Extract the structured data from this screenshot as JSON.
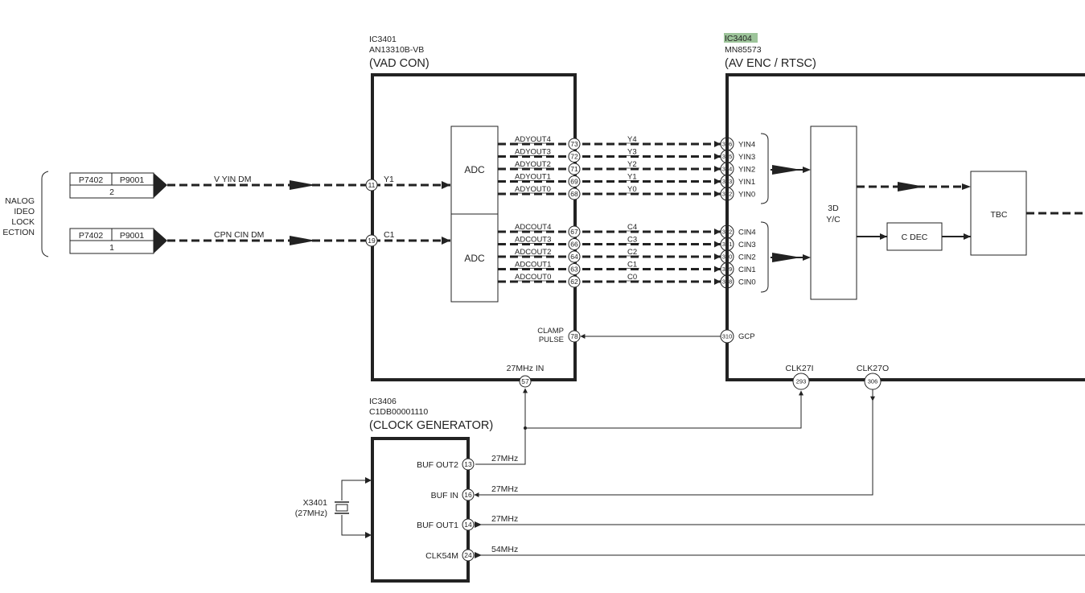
{
  "left_section": {
    "lines": [
      "NALOG",
      "IDEO",
      "LOCK",
      "ECTION"
    ]
  },
  "connectors": [
    {
      "a": "P7402",
      "b": "P9001",
      "pin": "2"
    },
    {
      "a": "P7402",
      "b": "P9001",
      "pin": "1"
    }
  ],
  "signals": {
    "vyin": "V YIN DM",
    "cpncin": "CPN CIN DM"
  },
  "ic3401": {
    "ref": "IC3401",
    "part": "AN13310B-VB",
    "name": "(VAD CON)",
    "adc": "ADC",
    "y1": "Y1",
    "c1": "C1",
    "pin_y1": "11",
    "pin_c1": "19",
    "clamp1": "CLAMP",
    "clamp2": "PULSE",
    "pin_clamp": "78",
    "clk_in": "27MHz IN",
    "pin_clk": "57"
  },
  "y_bus": [
    {
      "label": "ADYOUT4",
      "pin": "73",
      "sig": "Y4",
      "rpin": "316",
      "rlabel": "YIN4"
    },
    {
      "label": "ADYOUT3",
      "pin": "72",
      "sig": "Y3",
      "rpin": "315",
      "rlabel": "YIN3"
    },
    {
      "label": "ADYOUT2",
      "pin": "71",
      "sig": "Y2",
      "rpin": "314",
      "rlabel": "YIN2"
    },
    {
      "label": "ADYOUT1",
      "pin": "69",
      "sig": "Y1",
      "rpin": "313",
      "rlabel": "YIN1"
    },
    {
      "label": "ADYOUT0",
      "pin": "68",
      "sig": "Y0",
      "rpin": "312",
      "rlabel": "YIN0"
    }
  ],
  "c_bus": [
    {
      "label": "ADCOUT4",
      "pin": "67",
      "sig": "C4",
      "rpin": "322",
      "rlabel": "CIN4"
    },
    {
      "label": "ADCOUT3",
      "pin": "66",
      "sig": "C3",
      "rpin": "321",
      "rlabel": "CIN3"
    },
    {
      "label": "ADCOUT2",
      "pin": "64",
      "sig": "C2",
      "rpin": "320",
      "rlabel": "CIN2"
    },
    {
      "label": "ADCOUT1",
      "pin": "63",
      "sig": "C1",
      "rpin": "319",
      "rlabel": "CIN1"
    },
    {
      "label": "ADCOUT0",
      "pin": "62",
      "sig": "C0",
      "rpin": "318",
      "rlabel": "CIN0"
    }
  ],
  "ic3404": {
    "ref": "IC3404",
    "part": "MN85573",
    "name": "(AV ENC / RTSC)",
    "yc1": "3D",
    "yc2": "Y/C",
    "cdec": "C DEC",
    "tbc": "TBC",
    "gcp": "GCP",
    "pin_gcp": "310",
    "clk27i": "CLK27I",
    "pin_clk27i": "293",
    "clk27o": "CLK27O",
    "pin_clk27o": "306",
    "highlight_color": "#9dc49a"
  },
  "ic3406": {
    "ref": "IC3406",
    "part": "C1DB00001110",
    "name": "(CLOCK GENERATOR)",
    "pins": [
      {
        "label": "BUF OUT2",
        "num": "13",
        "freq": "27MHz"
      },
      {
        "label": "BUF IN",
        "num": "16",
        "freq": "27MHz"
      },
      {
        "label": "BUF OUT1",
        "num": "14",
        "freq": "27MHz"
      },
      {
        "label": "CLK54M",
        "num": "24",
        "freq": "54MHz"
      }
    ]
  },
  "crystal": {
    "ref": "X3401",
    "freq": "(27MHz)"
  }
}
